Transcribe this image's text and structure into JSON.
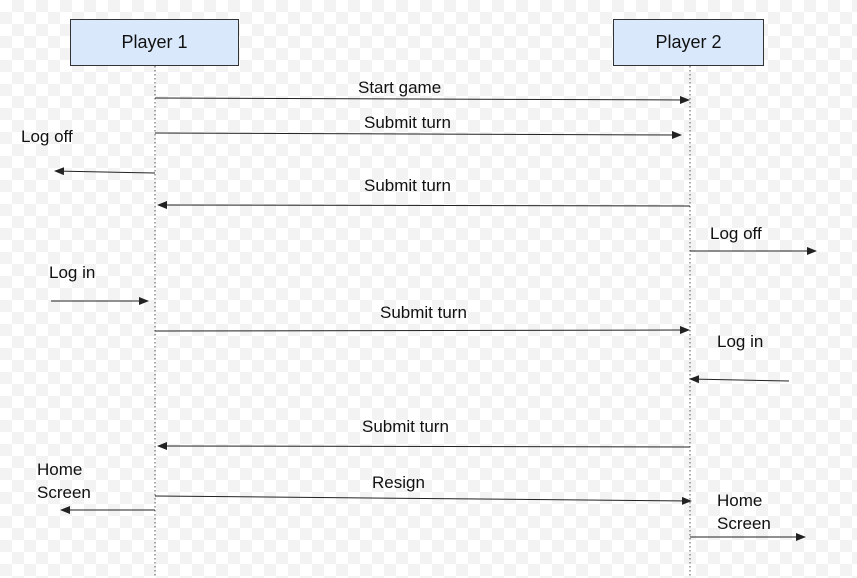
{
  "participants": {
    "p1": "Player 1",
    "p2": "Player 2"
  },
  "messages": [
    {
      "id": "start-game",
      "text": "Start game"
    },
    {
      "id": "submit-turn-1",
      "text": "Submit turn"
    },
    {
      "id": "p1-log-off",
      "text": "Log off"
    },
    {
      "id": "submit-turn-2",
      "text": "Submit turn"
    },
    {
      "id": "p2-log-off",
      "text": "Log off"
    },
    {
      "id": "p1-log-in",
      "text": "Log in"
    },
    {
      "id": "submit-turn-3",
      "text": "Submit turn"
    },
    {
      "id": "p2-log-in",
      "text": "Log in"
    },
    {
      "id": "submit-turn-4",
      "text": "Submit turn"
    },
    {
      "id": "resign",
      "text": "Resign"
    },
    {
      "id": "p1-home-screen",
      "text": "Home\nScreen"
    },
    {
      "id": "p2-home-screen",
      "text": "Home\nScreen"
    }
  ],
  "colors": {
    "actor_fill": "#dae8fc",
    "line": "#222222"
  }
}
